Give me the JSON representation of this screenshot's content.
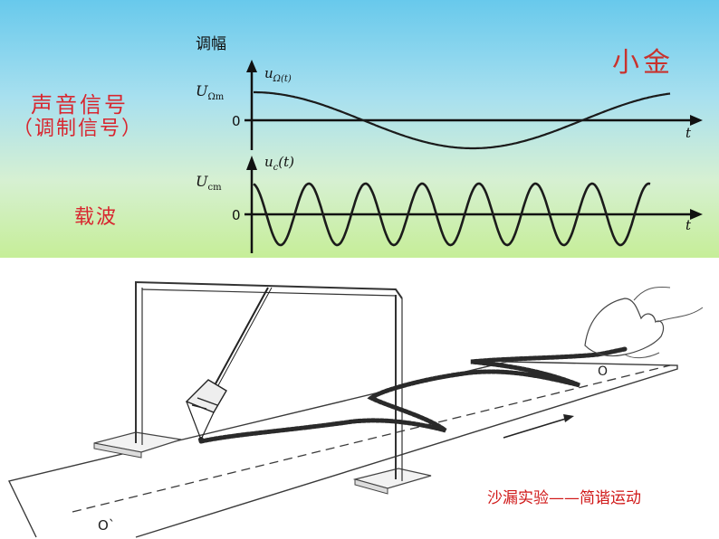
{
  "top_panel": {
    "heading": "调幅",
    "modulating_signal_line1": "声音信号",
    "modulating_signal_line2": "（调制信号）",
    "carrier_label": "载波",
    "brand_mark": "小金",
    "graph1": {
      "y_axis_label": "uΩ(t)",
      "amplitude_label": "UΩm",
      "zero_label": "0",
      "t_label": "t"
    },
    "graph2": {
      "y_axis_label": "uc(t)",
      "amplitude_label": "Ucm",
      "zero_label": "0",
      "t_label": "t"
    }
  },
  "bottom_panel": {
    "caption": "沙漏实验——简谐运动",
    "point_O": "O",
    "point_O_prime": "O`"
  },
  "colors": {
    "label_red": "#d8262f",
    "sky_blue": "#68c9ec",
    "light_green": "#c6ee98"
  }
}
